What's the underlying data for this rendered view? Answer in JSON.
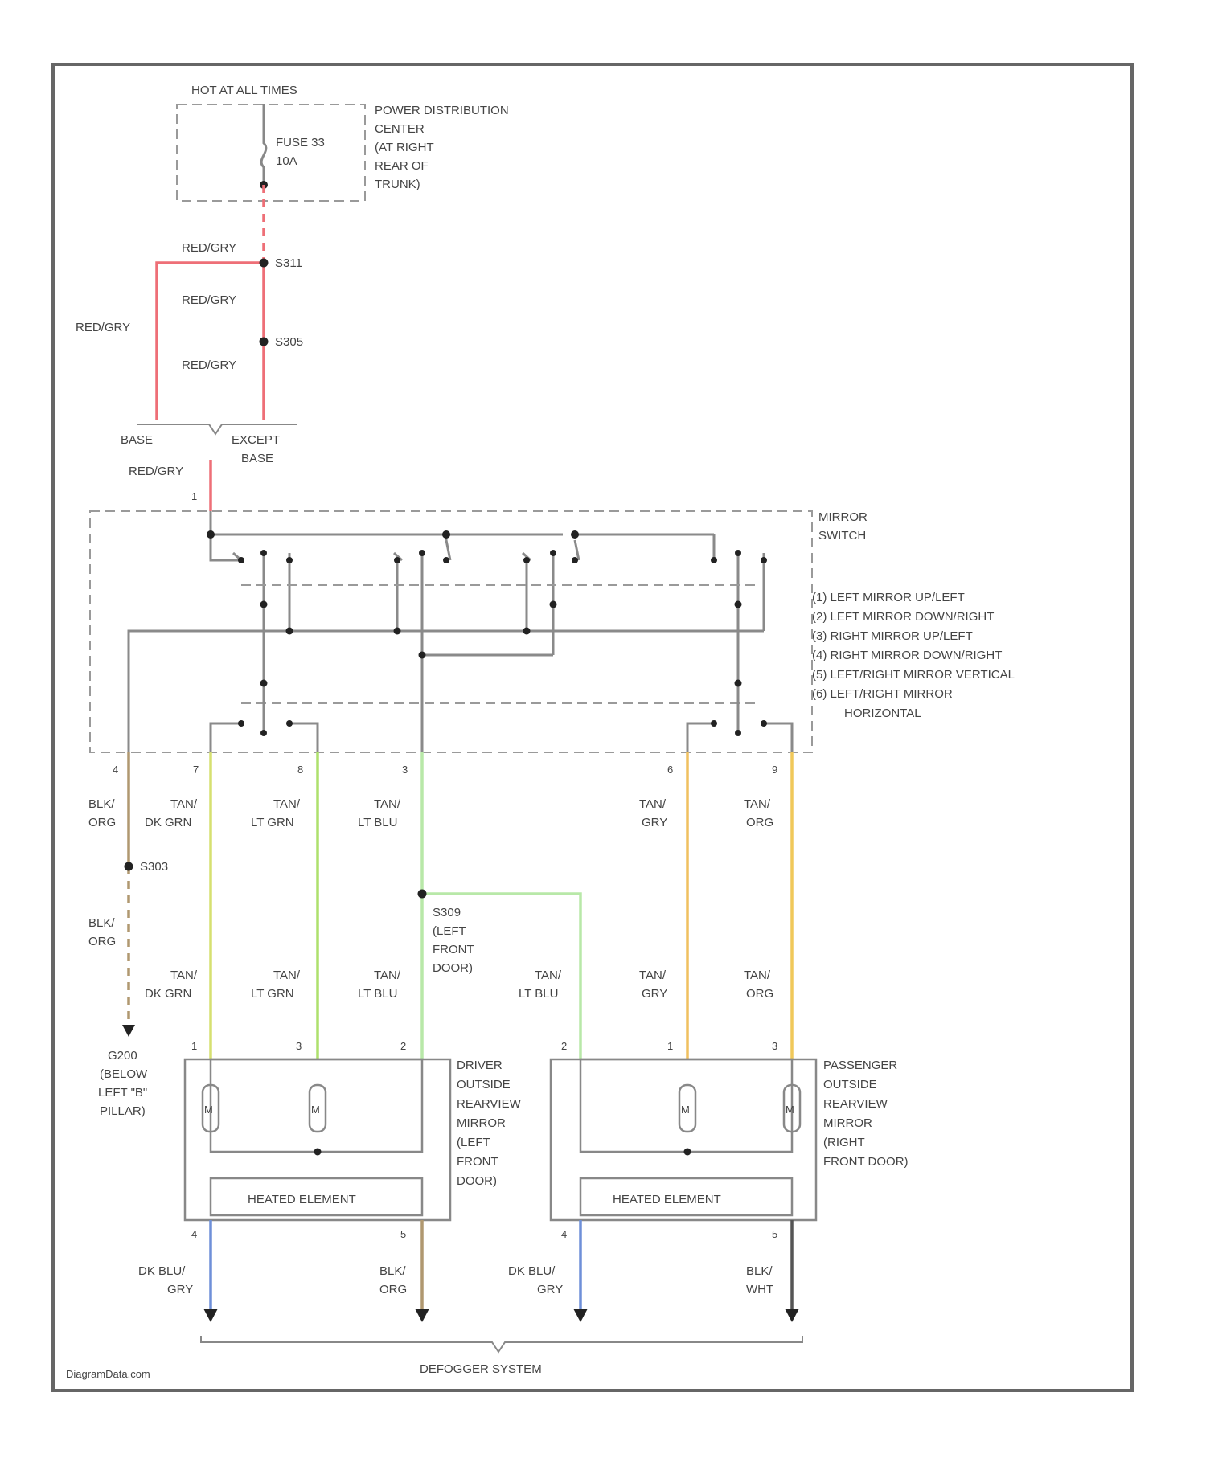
{
  "colors": {
    "red_gry": "#ee6f77",
    "tan_dk_grn": "#d6e070",
    "tan_lt_grn": "#aee06d",
    "tan_lt_blu": "#b8e8a8",
    "tan_gry": "#f0c060",
    "tan_org": "#f0c85a",
    "blk_org": "#b09870",
    "dk_blu_gry": "#6e8fd8",
    "blk_wht": "#555555"
  },
  "power": {
    "hot_label": "HOT AT ALL TIMES",
    "fuse_line1": "FUSE 33",
    "fuse_line2": "10A",
    "pdc_lines": [
      "POWER DISTRIBUTION",
      "CENTER",
      "(AT RIGHT",
      "REAR OF",
      "TRUNK)"
    ]
  },
  "splices": {
    "s301": "S311",
    "s305": "S305",
    "s303": "S303",
    "s309_lines": [
      "S309",
      "(LEFT",
      "FRONT",
      "DOOR)"
    ]
  },
  "wires": {
    "red_gry": "RED/GRY",
    "blk_org": [
      "BLK/",
      "ORG"
    ],
    "tan_dk_grn": [
      "TAN/",
      "DK GRN"
    ],
    "tan_lt_grn": [
      "TAN/",
      "LT GRN"
    ],
    "tan_lt_blu": [
      "TAN/",
      "LT BLU"
    ],
    "tan_gry": [
      "TAN/",
      "GRY"
    ],
    "tan_org": [
      "TAN/",
      "ORG"
    ],
    "dk_blu_gry": [
      "DK BLU/",
      "GRY"
    ],
    "blk_wht": [
      "BLK/",
      "WHT"
    ]
  },
  "options": {
    "base": "BASE",
    "except_base": [
      "EXCEPT",
      "BASE"
    ]
  },
  "mirror_switch": {
    "title_lines": [
      "MIRROR",
      "SWITCH"
    ],
    "legend": [
      "(1) LEFT MIRROR UP/LEFT",
      "(2) LEFT MIRROR DOWN/RIGHT",
      "(3) RIGHT MIRROR UP/LEFT",
      "(4) RIGHT MIRROR DOWN/RIGHT",
      "(5) LEFT/RIGHT MIRROR VERTICAL",
      "(6) LEFT/RIGHT MIRROR",
      "HORIZONTAL"
    ]
  },
  "pins": {
    "sw_top": "1",
    "sw_bottom": [
      "4",
      "7",
      "8",
      "3",
      "6",
      "9"
    ],
    "driver_top": [
      "1",
      "3",
      "2"
    ],
    "passenger_top": [
      "2",
      "1",
      "3"
    ],
    "driver_bottom": [
      "4",
      "5"
    ],
    "passenger_bottom": [
      "4",
      "5"
    ]
  },
  "ground": {
    "g_lines": [
      "G200",
      "(BELOW",
      "LEFT \"B\"",
      "PILLAR)"
    ]
  },
  "driver_mirror": {
    "label_lines": [
      "DRIVER",
      "OUTSIDE",
      "REARVIEW",
      "MIRROR",
      "(LEFT",
      "FRONT",
      "DOOR)"
    ],
    "heated": "HEATED ELEMENT",
    "motor": "M"
  },
  "passenger_mirror": {
    "label_lines": [
      "PASSENGER",
      "OUTSIDE",
      "REARVIEW",
      "MIRROR",
      "(RIGHT",
      "FRONT DOOR)"
    ],
    "heated": "HEATED ELEMENT",
    "motor": "M"
  },
  "defogger": "DEFOGGER SYSTEM",
  "watermark": "DiagramData.com"
}
